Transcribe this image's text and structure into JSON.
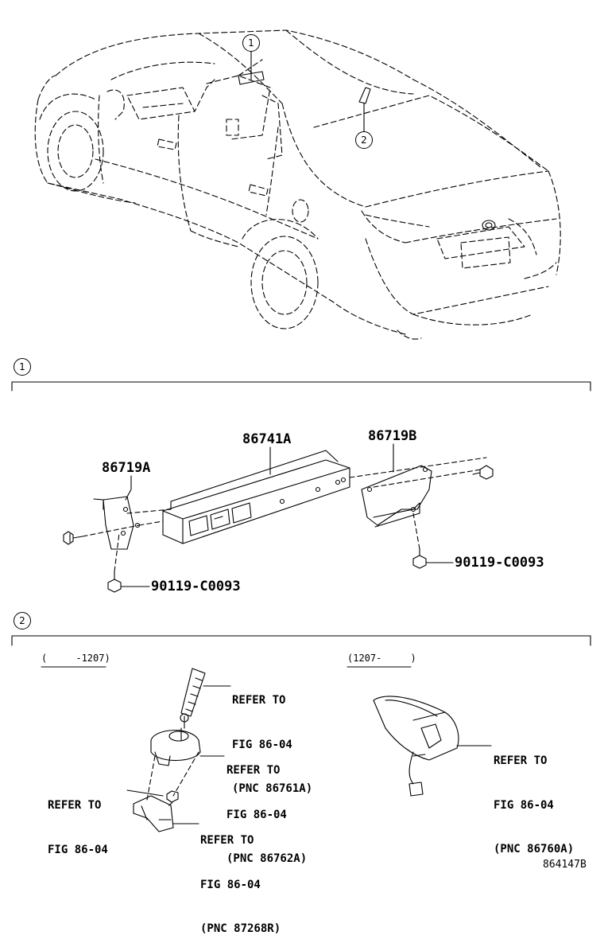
{
  "figure_id": "864147B",
  "callouts": {
    "one": "1",
    "two": "2"
  },
  "section1": {
    "parts": {
      "amplifier": "86741A",
      "bracket_left": "86719A",
      "bracket_right": "86719B",
      "bolt_left": "90119-C0093",
      "bolt_right": "90119-C0093"
    }
  },
  "section2": {
    "date_left": "(     -1207)",
    "date_right": "(1207-     )",
    "refs": {
      "mast": {
        "l1": "REFER TO",
        "l2": "FIG 86-04",
        "l3": "(PNC 86761A)"
      },
      "base": {
        "l1": "REFER TO",
        "l2": "FIG 86-04",
        "l3": "(PNC 86762A)"
      },
      "nut": {
        "l1": "REFER TO",
        "l2": "FIG 86-04"
      },
      "cord": {
        "l1": "REFER TO",
        "l2": "FIG 86-04",
        "l3": "(PNC 87268R)"
      },
      "shark": {
        "l1": "REFER TO",
        "l2": "FIG 86-04",
        "l3": "(PNC 86760A)"
      }
    }
  }
}
